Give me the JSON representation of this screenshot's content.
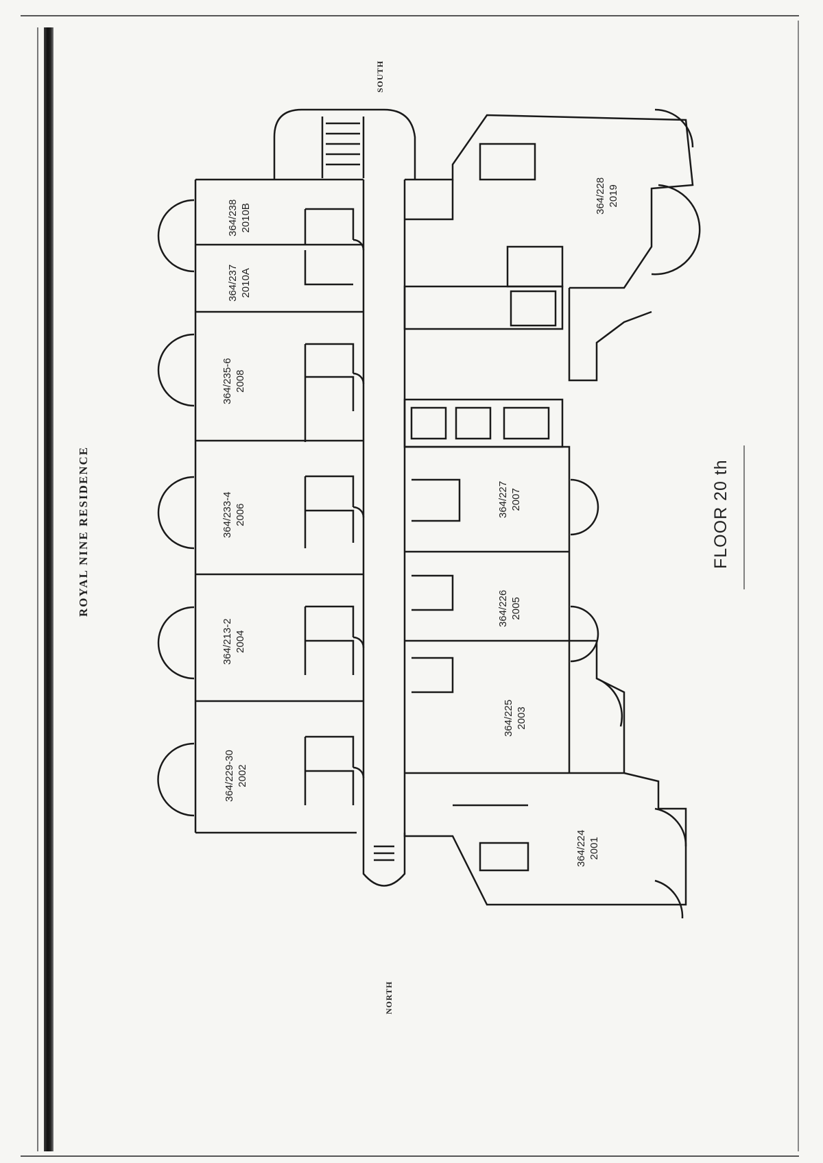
{
  "document": {
    "title": "ROYAL NINE RESIDENCE",
    "floor_label": "FLOOR 20 th",
    "compass": {
      "south": "SOUTH",
      "north": "NORTH"
    }
  },
  "units": {
    "u2010b": {
      "lot": "364/238",
      "number": "2010B"
    },
    "u2010a": {
      "lot": "364/237",
      "number": "2010A"
    },
    "u2008": {
      "lot": "364/235-6",
      "number": "2008"
    },
    "u2006": {
      "lot": "364/233-4",
      "number": "2006"
    },
    "u2004": {
      "lot": "364/213-2",
      "number": "2004"
    },
    "u2002": {
      "lot": "364/229-30",
      "number": "2002"
    },
    "u2019": {
      "lot": "364/228",
      "number": "2019"
    },
    "u2007": {
      "lot": "364/227",
      "number": "2007"
    },
    "u2005": {
      "lot": "364/226",
      "number": "2005"
    },
    "u2003": {
      "lot": "364/225",
      "number": "2003"
    },
    "u2001": {
      "lot": "364/224",
      "number": "2001"
    }
  }
}
